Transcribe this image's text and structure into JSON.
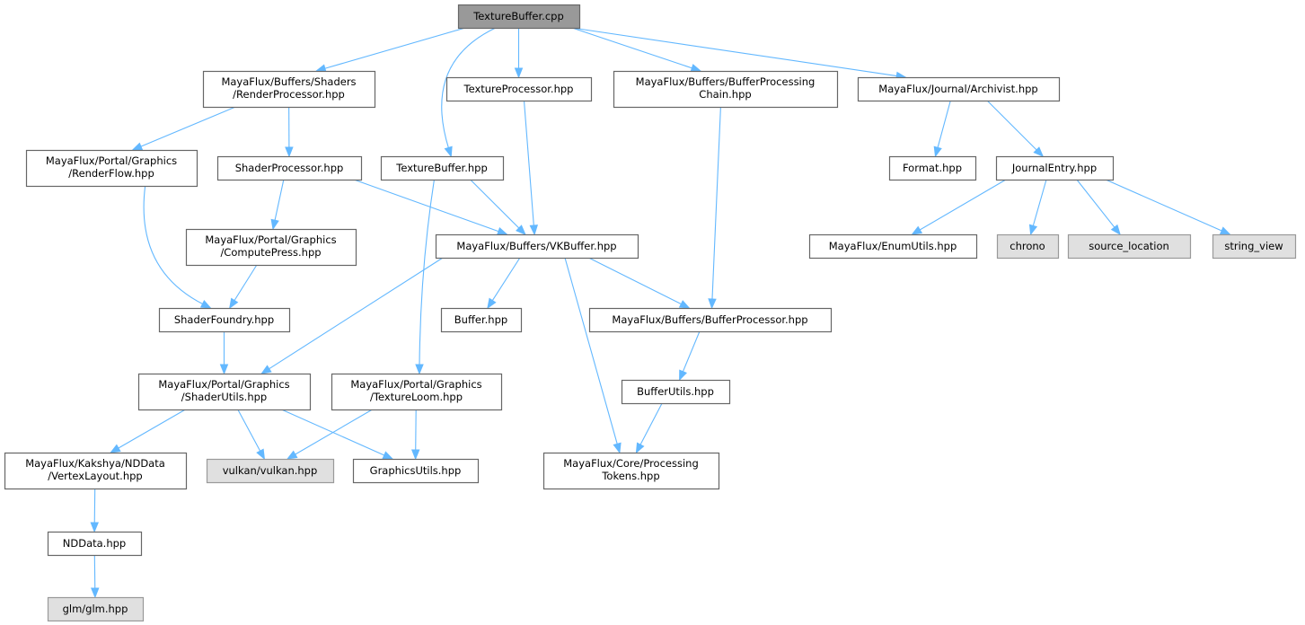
{
  "graph": {
    "title": "TextureBuffer.cpp include dependency graph",
    "colors": {
      "edge": "#63b8ff",
      "root_fill": "#999999",
      "system_fill": "#e0e0e0",
      "node_border": "#666666"
    },
    "nodes": [
      {
        "id": "cpp",
        "lines": [
          "TextureBuffer.cpp"
        ],
        "kind": "root"
      },
      {
        "id": "renderproc",
        "lines": [
          "MayaFlux/Buffers/Shaders",
          "/RenderProcessor.hpp"
        ],
        "kind": "local"
      },
      {
        "id": "texproc",
        "lines": [
          "TextureProcessor.hpp"
        ],
        "kind": "local"
      },
      {
        "id": "chain",
        "lines": [
          "MayaFlux/Buffers/BufferProcessing",
          "Chain.hpp"
        ],
        "kind": "local"
      },
      {
        "id": "archivist",
        "lines": [
          "MayaFlux/Journal/Archivist.hpp"
        ],
        "kind": "local"
      },
      {
        "id": "renderflow",
        "lines": [
          "MayaFlux/Portal/Graphics",
          "/RenderFlow.hpp"
        ],
        "kind": "local"
      },
      {
        "id": "shaderproc",
        "lines": [
          "ShaderProcessor.hpp"
        ],
        "kind": "local"
      },
      {
        "id": "texbufhpp",
        "lines": [
          "TextureBuffer.hpp"
        ],
        "kind": "local"
      },
      {
        "id": "format",
        "lines": [
          "Format.hpp"
        ],
        "kind": "local"
      },
      {
        "id": "journalentry",
        "lines": [
          "JournalEntry.hpp"
        ],
        "kind": "local"
      },
      {
        "id": "computepress",
        "lines": [
          "MayaFlux/Portal/Graphics",
          "/ComputePress.hpp"
        ],
        "kind": "local"
      },
      {
        "id": "vkbuffer",
        "lines": [
          "MayaFlux/Buffers/VKBuffer.hpp"
        ],
        "kind": "local"
      },
      {
        "id": "enumutils",
        "lines": [
          "MayaFlux/EnumUtils.hpp"
        ],
        "kind": "local"
      },
      {
        "id": "chrono",
        "lines": [
          "chrono"
        ],
        "kind": "sys"
      },
      {
        "id": "srcloc",
        "lines": [
          "source_location"
        ],
        "kind": "sys"
      },
      {
        "id": "strview",
        "lines": [
          "string_view"
        ],
        "kind": "sys"
      },
      {
        "id": "shaderfoundry",
        "lines": [
          "ShaderFoundry.hpp"
        ],
        "kind": "local"
      },
      {
        "id": "buffer",
        "lines": [
          "Buffer.hpp"
        ],
        "kind": "local"
      },
      {
        "id": "bufferprocessor",
        "lines": [
          "MayaFlux/Buffers/BufferProcessor.hpp"
        ],
        "kind": "local"
      },
      {
        "id": "shaderutils",
        "lines": [
          "MayaFlux/Portal/Graphics",
          "/ShaderUtils.hpp"
        ],
        "kind": "local"
      },
      {
        "id": "texloom",
        "lines": [
          "MayaFlux/Portal/Graphics",
          "/TextureLoom.hpp"
        ],
        "kind": "local"
      },
      {
        "id": "bufferutils",
        "lines": [
          "BufferUtils.hpp"
        ],
        "kind": "local"
      },
      {
        "id": "vertexlayout",
        "lines": [
          "MayaFlux/Kakshya/NDData",
          "/VertexLayout.hpp"
        ],
        "kind": "local"
      },
      {
        "id": "vulkan",
        "lines": [
          "vulkan/vulkan.hpp"
        ],
        "kind": "sys"
      },
      {
        "id": "graphicsutils",
        "lines": [
          "GraphicsUtils.hpp"
        ],
        "kind": "local"
      },
      {
        "id": "tokens",
        "lines": [
          "MayaFlux/Core/Processing",
          "Tokens.hpp"
        ],
        "kind": "local"
      },
      {
        "id": "nddata",
        "lines": [
          "NDData.hpp"
        ],
        "kind": "local"
      },
      {
        "id": "glm",
        "lines": [
          "glm/glm.hpp"
        ],
        "kind": "sys"
      }
    ],
    "edges": [
      [
        "cpp",
        "renderproc"
      ],
      [
        "cpp",
        "texbufhpp"
      ],
      [
        "cpp",
        "texproc"
      ],
      [
        "cpp",
        "chain"
      ],
      [
        "cpp",
        "archivist"
      ],
      [
        "renderproc",
        "renderflow"
      ],
      [
        "renderproc",
        "shaderproc"
      ],
      [
        "renderflow",
        "shaderfoundry"
      ],
      [
        "shaderproc",
        "computepress"
      ],
      [
        "shaderproc",
        "vkbuffer"
      ],
      [
        "texbufhpp",
        "texloom"
      ],
      [
        "texbufhpp",
        "vkbuffer"
      ],
      [
        "texproc",
        "vkbuffer"
      ],
      [
        "chain",
        "bufferprocessor"
      ],
      [
        "archivist",
        "format"
      ],
      [
        "archivist",
        "journalentry"
      ],
      [
        "journalentry",
        "enumutils"
      ],
      [
        "journalentry",
        "chrono"
      ],
      [
        "journalentry",
        "srcloc"
      ],
      [
        "journalentry",
        "strview"
      ],
      [
        "computepress",
        "shaderfoundry"
      ],
      [
        "vkbuffer",
        "shaderutils"
      ],
      [
        "vkbuffer",
        "buffer"
      ],
      [
        "vkbuffer",
        "tokens"
      ],
      [
        "vkbuffer",
        "bufferprocessor"
      ],
      [
        "shaderfoundry",
        "shaderutils"
      ],
      [
        "bufferprocessor",
        "bufferutils"
      ],
      [
        "shaderutils",
        "vertexlayout"
      ],
      [
        "shaderutils",
        "vulkan"
      ],
      [
        "shaderutils",
        "graphicsutils"
      ],
      [
        "texloom",
        "vulkan"
      ],
      [
        "texloom",
        "graphicsutils"
      ],
      [
        "bufferutils",
        "tokens"
      ],
      [
        "vertexlayout",
        "nddata"
      ],
      [
        "nddata",
        "glm"
      ]
    ]
  }
}
